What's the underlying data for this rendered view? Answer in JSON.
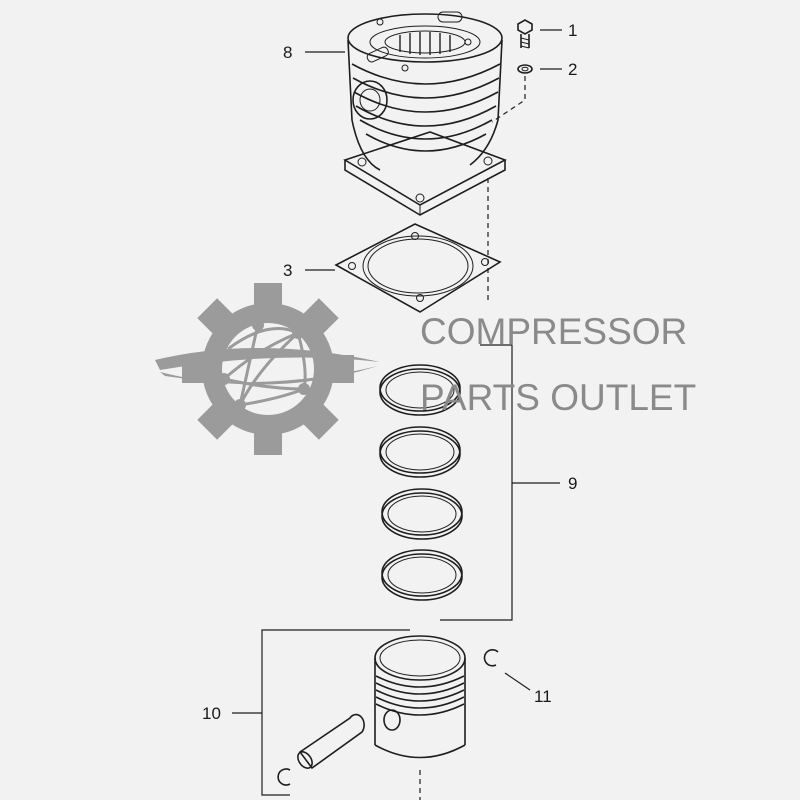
{
  "callouts": {
    "c1": "1",
    "c2": "2",
    "c3": "3",
    "c8": "8",
    "c9": "9",
    "c10": "10",
    "c11": "11"
  },
  "watermark": {
    "line1": "COMPRESSOR",
    "line2": "PARTS OUTLET",
    "color": "#8a8a8a",
    "icon": "gear-globe-icon"
  }
}
